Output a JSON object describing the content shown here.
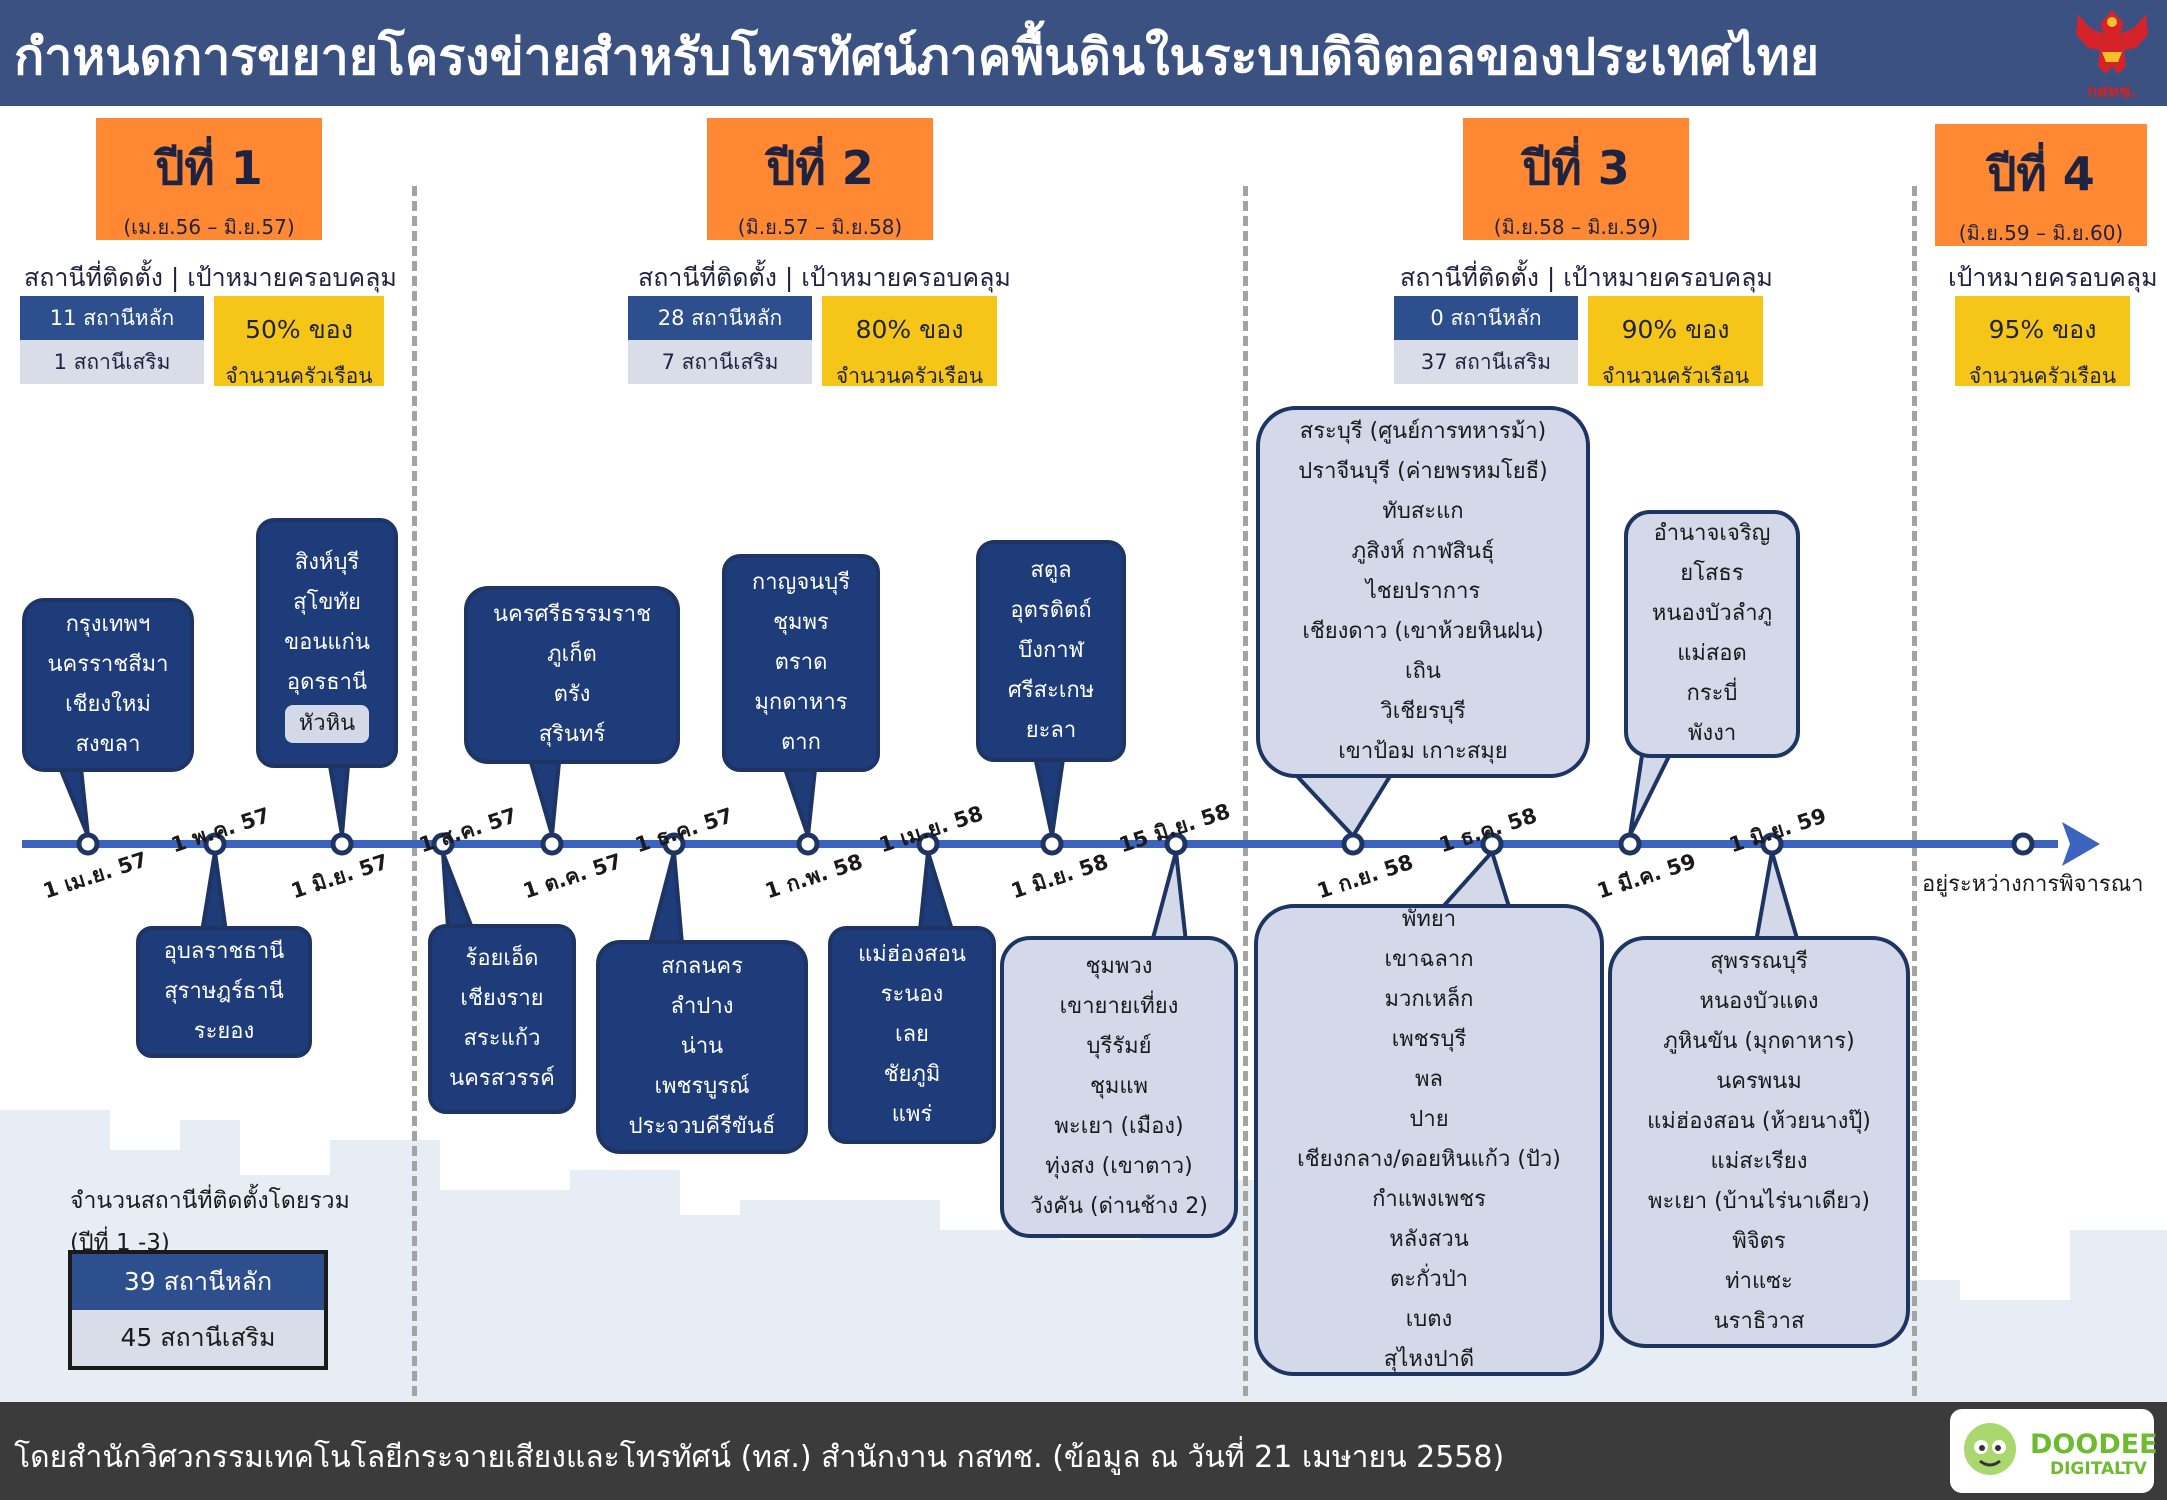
{
  "header": {
    "title": "กำหนดการขยายโครงข่ายสำหรับโทรทัศน์ภาคพื้นดินในระบบดิจิตอลของประเทศไทย",
    "emblem_label": "กสทช."
  },
  "years": [
    {
      "title": "ปีที่ 1",
      "range": "(เม.ย.56 – มิ.ย.57)",
      "section_label": "สถานีที่ติดตั้ง | เป้าหมายครอบคลุม",
      "main_count": "11 สถานีหลัก",
      "sub_count": "1 สถานีเสริม",
      "coverage_pct": "50% ของ",
      "coverage_sub": "จำนวนครัวเรือน"
    },
    {
      "title": "ปีที่ 2",
      "range": "(มิ.ย.57 – มิ.ย.58)",
      "section_label": "สถานีที่ติดตั้ง | เป้าหมายครอบคลุม",
      "main_count": "28 สถานีหลัก",
      "sub_count": "7 สถานีเสริม",
      "coverage_pct": "80% ของ",
      "coverage_sub": "จำนวนครัวเรือน"
    },
    {
      "title": "ปีที่ 3",
      "range": "(มิ.ย.58 – มิ.ย.59)",
      "section_label": "สถานีที่ติดตั้ง | เป้าหมายครอบคลุม",
      "main_count": "0 สถานีหลัก",
      "sub_count": "37 สถานีเสริม",
      "coverage_pct": "90% ของ",
      "coverage_sub": "จำนวนครัวเรือน"
    },
    {
      "title": "ปีที่ 4",
      "range": "(มิ.ย.59 – มิ.ย.60)",
      "section_label": "เป้าหมายครอบคลุม",
      "coverage_pct": "95% ของ",
      "coverage_sub": "จำนวนครัวเรือน"
    }
  ],
  "dates": [
    "1 เม.ย. 57",
    "1 พ.ค. 57",
    "1 มิ.ย. 57",
    "1 ส.ค. 57",
    "1 ต.ค. 57",
    "1 ธ.ค. 57",
    "1 ก.พ. 58",
    "1 เม.ย. 58",
    "1 มิ.ย. 58",
    "15 มิ.ย. 58",
    "1 ก.ย. 58",
    "1 ธ.ค. 58",
    "1 มี.ค. 59",
    "1 มิ.ย. 59"
  ],
  "bubbles": [
    {
      "style": "dark",
      "items": [
        "กรุงเทพฯ",
        "นครราชสีมา",
        "เชียงใหม่",
        "สงขลา"
      ]
    },
    {
      "style": "dark",
      "items": [
        "อุบลราชธานี",
        "สุราษฎร์ธานี",
        "ระยอง"
      ]
    },
    {
      "style": "dark",
      "items": [
        "สิงห์บุรี",
        "สุโขทัย",
        "ขอนแก่น",
        "อุดรธานี"
      ],
      "sub_item": "หัวหิน"
    },
    {
      "style": "dark",
      "items": [
        "ร้อยเอ็ด",
        "เชียงราย",
        "สระแก้ว",
        "นครสวรรค์"
      ]
    },
    {
      "style": "dark",
      "items": [
        "นครศรีธรรมราช",
        "ภูเก็ต",
        "ตรัง",
        "สุรินทร์"
      ]
    },
    {
      "style": "dark",
      "items": [
        "สกลนคร",
        "ลำปาง",
        "น่าน",
        "เพชรบูรณ์",
        "ประจวบคีรีขันธ์"
      ]
    },
    {
      "style": "dark",
      "items": [
        "กาญจนบุรี",
        "ชุมพร",
        "ตราด",
        "มุกดาหาร",
        "ตาก"
      ]
    },
    {
      "style": "dark",
      "items": [
        "แม่ฮ่องสอน",
        "ระนอง",
        "เลย",
        "ชัยภูมิ",
        "แพร่"
      ]
    },
    {
      "style": "dark",
      "items": [
        "สตูล",
        "อุตรดิตถ์",
        "บึงกาฬ",
        "ศรีสะเกษ",
        "ยะลา"
      ]
    },
    {
      "style": "light",
      "items": [
        "ชุมพวง",
        "เขายายเที่ยง",
        "บุรีรัมย์",
        "ชุมแพ",
        "พะเยา (เมือง)",
        "ทุ่งสง (เขาตาว)",
        "วังคัน (ด่านช้าง 2)"
      ]
    },
    {
      "style": "light",
      "items": [
        "สระบุรี (ศูนย์การทหารม้า)",
        "ปราจีนบุรี (ค่ายพรหมโยธี)",
        "ทับสะแก",
        "ภูสิงห์ กาฬสินธุ์",
        "ไชยปราการ",
        "เชียงดาว (เขาห้วยหินฝน)",
        "เถิน",
        "วิเชียรบุรี",
        "เขาป้อม เกาะสมุย"
      ]
    },
    {
      "style": "light",
      "items": [
        "พัทยา",
        "เขาฉลาก",
        "มวกเหล็ก",
        "เพชรบุรี",
        "พล",
        "ปาย",
        "เชียงกลาง/ดอยหินแก้ว (ปัว)",
        "กำแพงเพชร",
        "หลังสวน",
        "ตะกั่วป่า",
        "เบตง",
        "สุไหงปาดี"
      ]
    },
    {
      "style": "light",
      "items": [
        "อำนาจเจริญ",
        "ยโสธร",
        "หนองบัวลำภู",
        "แม่สอด",
        "กระบี่",
        "พังงา"
      ]
    },
    {
      "style": "light",
      "items": [
        "สุพรรณบุรี",
        "หนองบัวแดง",
        "ภูหินขัน (มุกดาหาร)",
        "นครพนม",
        "แม่ฮ่องสอน (ห้วยนางปุ๊)",
        "แม่สะเรียง",
        "พะเยา (บ้านไร่นาเดียว)",
        "พิจิตร",
        "ท่าแซะ",
        "นราธิวาส"
      ]
    }
  ],
  "pending_label": "อยู่ระหว่างการพิจารณา",
  "totals": {
    "title_line1": "จำนวนสถานีที่ติดตั้งโดยรวม",
    "title_line2": "(ปีที่ 1 -3)",
    "main": "39 สถานีหลัก",
    "sub": "45 สถานีเสริม"
  },
  "footer": {
    "text": "โดยสำนักวิศวกรรมเทคโนโลยีกระจายเสียงและโทรทัศน์ (ทส.) สำนักงาน กสทช. (ข้อมูล ณ วันที่ 21 เมษายน 2558)"
  },
  "logo": {
    "name": "DOODEE",
    "sub": "DIGITALTV"
  },
  "colors": {
    "header": "#3b5182",
    "dark_box": "#1d3c79",
    "light_box": "#d3d9e9",
    "year_box": "#ff8933",
    "coverage_box": "#f5c518",
    "timeline": "#3c63c0",
    "footer": "#3b3b3b"
  }
}
